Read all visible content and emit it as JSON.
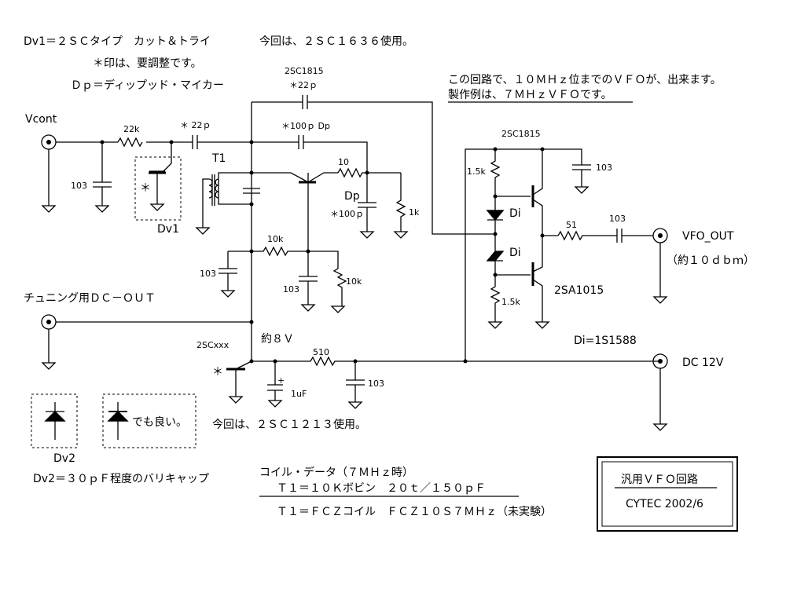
{
  "notes": {
    "dv1": "Dv1＝２ＳＣタイプ　カット＆トライ",
    "dv1_used": "今回は、２ＳＣ１６３６使用。",
    "adjust": "＊印は、要調整です。",
    "dp": "Ｄｐ＝ディップッド・マイカー",
    "circuit1": "この回路で、１０ＭＨｚ位までのＶＦＯが、出来ます。",
    "circuit2": "製作例は、７ＭＨｚＶＦＯです。",
    "sc_used": "今回は、２ＳＣ１２１３使用。",
    "dv2": "Dv2＝３０ｐＦ程度のバリキャップ",
    "ok": "でも良い。"
  },
  "labels": {
    "vcont": "Vcont",
    "tuning": "チュニング用ＤＣ－ＯＵＴ",
    "vfo_out": "VFO_OUT",
    "dbm": "（約１０ｄｂｍ）",
    "dc12": "DC 12V",
    "v8": "約８Ｖ",
    "t1": "T1",
    "dv1": "Dv1",
    "dv2": "Dv2",
    "q1": "2SC1815",
    "q1_cap": "＊22ｐ",
    "q2": "2SC1815",
    "q3": "2SA1015",
    "q4": "2SCxxx",
    "di_note": "Di=1S1588",
    "di": "Di",
    "dp": "Dp"
  },
  "components": {
    "r_22k": "22k",
    "c_22p": "＊ 22ｐ",
    "c_100p_dp": "＊100ｐ Dp",
    "r_10": "10",
    "c_dp_100p": "＊100ｐ",
    "r_1k": "1k",
    "c_103": "103",
    "r_10k": "10k",
    "r_1_5k": "1.5k",
    "r_51": "51",
    "r_510": "510",
    "c_1uf": "1uF",
    "star": "＊",
    "plus": "+"
  },
  "coil": {
    "title": "コイル・データ（７ＭＨｚ時）",
    "line1": "Ｔ１＝１０Ｋボビン　２０ｔ／１５０ｐＦ",
    "line2": "Ｔ１＝ＦＣＺコイル　ＦＣＺ１０Ｓ７ＭＨｚ（未実験）"
  },
  "title_box": {
    "title": "汎用ＶＦＯ回路",
    "credit": "CYTEC 2002/6"
  }
}
